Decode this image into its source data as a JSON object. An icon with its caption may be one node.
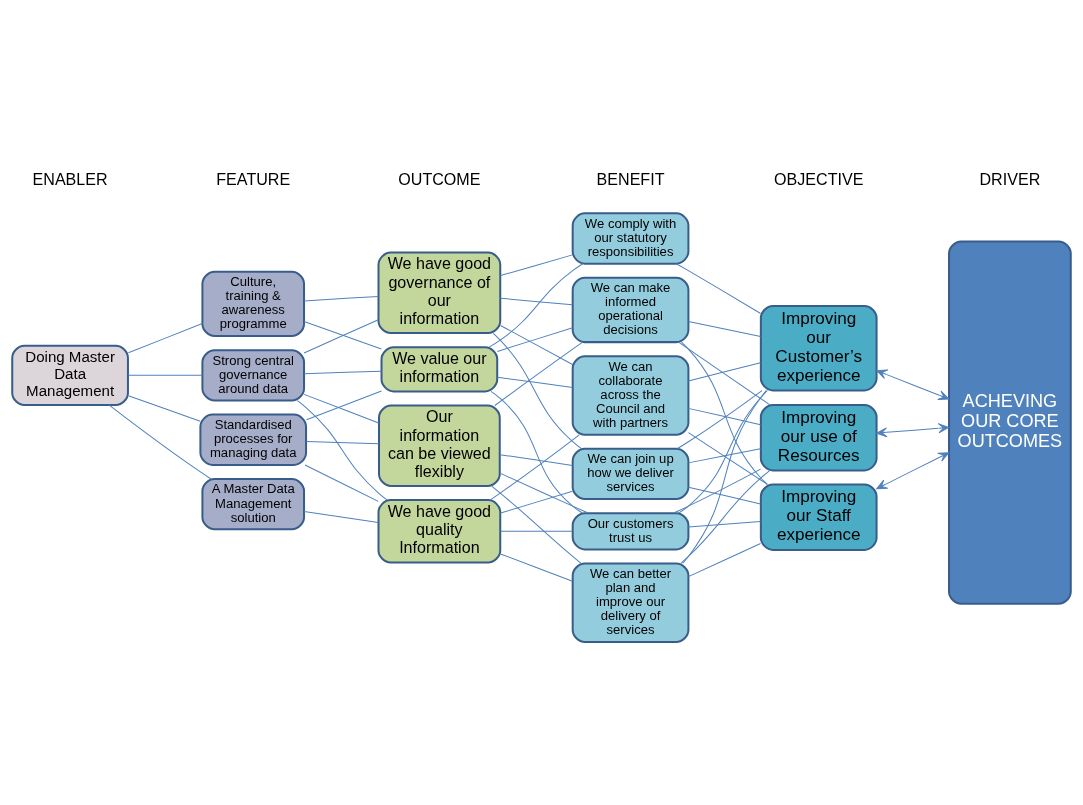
{
  "diagram": {
    "nodes": [
      {
        "text": [
          "Doing Master Data Management"
        ]
      },
      {
        "text": [
          "A Master Data Management solution"
        ]
      },
      {
        "text": [
          "Standardised processes for managing data"
        ]
      },
      {
        "text": [
          "Strong central governance around data"
        ]
      },
      {
        "text": [
          "Culture, training & awareness programme"
        ]
      },
      {
        "text": [
          "We have good quality Information"
        ]
      },
      {
        "text": [
          "Our information can be viewed flexibly"
        ]
      },
      {
        "text": [
          "We have good governance of our information"
        ]
      },
      {
        "text": [
          "We value our information"
        ]
      },
      {
        "text": [
          "We can better plan and improve our delivery of services"
        ]
      },
      {
        "text": [
          "We can join up how we deliver services"
        ]
      },
      {
        "text": [
          "Our customers trust us"
        ]
      },
      {
        "text": [
          "We can collaborate across the Council and with partners"
        ]
      },
      {
        "text": [
          "We can make informed operational decisions"
        ]
      },
      {
        "text": [
          "We comply with our statutory responsibilities"
        ]
      },
      {
        "text": [
          "Improving our Customer’s experience"
        ]
      },
      {
        "text": [
          "Improving our use of Resources"
        ]
      },
      {
        "text": [
          "Improving our Staff experience"
        ]
      },
      {
        "text": [
          "ACHEVING OUR CORE OUTCOMES"
        ]
      }
    ],
    "edges": [
      {
        "from": 0,
        "to": 1,
        "arrow": "none"
      },
      {
        "from": 0,
        "to": 2,
        "arrow": "none"
      },
      {
        "from": 0,
        "to": 3,
        "arrow": "none"
      },
      {
        "from": 0,
        "to": 4,
        "arrow": "none"
      },
      {
        "from": 1,
        "to": 5,
        "arrow": "none"
      },
      {
        "from": 2,
        "to": 5,
        "arrow": "none"
      },
      {
        "from": 2,
        "to": 6,
        "arrow": "none"
      },
      {
        "from": 2,
        "to": 8,
        "arrow": "none"
      },
      {
        "from": 3,
        "to": 5,
        "arrow": "none"
      },
      {
        "from": 3,
        "to": 6,
        "arrow": "none"
      },
      {
        "from": 3,
        "to": 7,
        "arrow": "none"
      },
      {
        "from": 3,
        "to": 8,
        "arrow": "none"
      },
      {
        "from": 4,
        "to": 7,
        "arrow": "none"
      },
      {
        "from": 4,
        "to": 8,
        "arrow": "none"
      },
      {
        "from": 5,
        "to": 9,
        "arrow": "none"
      },
      {
        "from": 5,
        "to": 10,
        "arrow": "none"
      },
      {
        "from": 5,
        "to": 11,
        "arrow": "none"
      },
      {
        "from": 5,
        "to": 12,
        "arrow": "none"
      },
      {
        "from": 6,
        "to": 9,
        "arrow": "none"
      },
      {
        "from": 6,
        "to": 10,
        "arrow": "none"
      },
      {
        "from": 6,
        "to": 11,
        "arrow": "none"
      },
      {
        "from": 6,
        "to": 13,
        "arrow": "none"
      },
      {
        "from": 7,
        "to": 10,
        "arrow": "none"
      },
      {
        "from": 7,
        "to": 12,
        "arrow": "none"
      },
      {
        "from": 7,
        "to": 13,
        "arrow": "none"
      },
      {
        "from": 7,
        "to": 14,
        "arrow": "none"
      },
      {
        "from": 8,
        "to": 11,
        "arrow": "none"
      },
      {
        "from": 8,
        "to": 12,
        "arrow": "none"
      },
      {
        "from": 8,
        "to": 13,
        "arrow": "none"
      },
      {
        "from": 8,
        "to": 14,
        "arrow": "none"
      },
      {
        "from": 9,
        "to": 15,
        "arrow": "none"
      },
      {
        "from": 9,
        "to": 16,
        "arrow": "none"
      },
      {
        "from": 9,
        "to": 17,
        "arrow": "none"
      },
      {
        "from": 10,
        "to": 15,
        "arrow": "none"
      },
      {
        "from": 10,
        "to": 16,
        "arrow": "none"
      },
      {
        "from": 10,
        "to": 17,
        "arrow": "none"
      },
      {
        "from": 11,
        "to": 15,
        "arrow": "none"
      },
      {
        "from": 11,
        "to": 16,
        "arrow": "none"
      },
      {
        "from": 11,
        "to": 17,
        "arrow": "none"
      },
      {
        "from": 12,
        "to": 15,
        "arrow": "none"
      },
      {
        "from": 12,
        "to": 16,
        "arrow": "none"
      },
      {
        "from": 12,
        "to": 17,
        "arrow": "none"
      },
      {
        "from": 13,
        "to": 15,
        "arrow": "none"
      },
      {
        "from": 13,
        "to": 16,
        "arrow": "none"
      },
      {
        "from": 13,
        "to": 17,
        "arrow": "none"
      },
      {
        "from": 14,
        "to": 15,
        "arrow": "none"
      },
      {
        "from": 15,
        "to": 18,
        "arrow": "both"
      },
      {
        "from": 16,
        "to": 18,
        "arrow": "both"
      },
      {
        "from": 17,
        "to": 18,
        "arrow": "both"
      }
    ],
    "labels": [
      "ENABLER",
      "FEATURE",
      "OUTCOME",
      "BENEFIT",
      "OBJECTIVE",
      "DRIVER"
    ]
  }
}
